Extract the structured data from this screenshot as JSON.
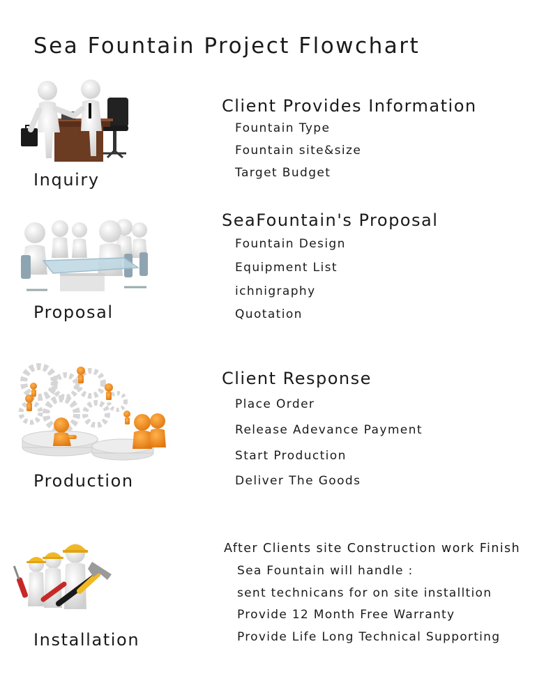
{
  "title": "Sea Fountain Project Flowchart",
  "stages": [
    {
      "label": "Inquiry",
      "icon": "handshake-meeting-icon",
      "heading": "Client Provides Information",
      "items": [
        "Fountain Type",
        "Fountain site&size",
        "Target Budget"
      ]
    },
    {
      "label": "Proposal",
      "icon": "conference-table-icon",
      "heading": "SeaFountain's Proposal",
      "items": [
        "Fountain Design",
        "Equipment List",
        "ichnigraphy",
        "Quotation"
      ]
    },
    {
      "label": "Production",
      "icon": "gears-workers-icon",
      "heading": "Client Response",
      "items": [
        "Place Order",
        "Release Adevance Payment",
        "Start Production",
        "Deliver The Goods"
      ]
    },
    {
      "label": "Installation",
      "icon": "technicians-tools-icon",
      "heading": "After Clients site Construction work Finish",
      "items": [
        "Sea Fountain will handle :",
        "sent technicans for on site installtion",
        "Provide 12 Month Free Warranty",
        "Provide Life Long Technical Supporting"
      ]
    }
  ],
  "colors": {
    "text": "#1a1a1a",
    "figure": "#e6e6e6",
    "gear": "#d6d6d6",
    "orange_figure": "#f08c1e",
    "hard_hat": "#f2b824",
    "desk": "#6b3b22",
    "wrench_red": "#c62828",
    "glass_table": "#bcd6e2"
  }
}
